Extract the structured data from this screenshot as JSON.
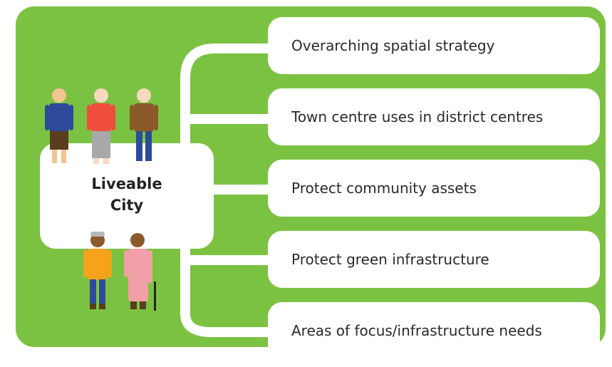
{
  "hub": {
    "label": "Liveable\nCity"
  },
  "items": [
    {
      "label": "Overarching spatial strategy"
    },
    {
      "label": "Town centre uses in district centres"
    },
    {
      "label": "Protect community assets"
    },
    {
      "label": "Protect green infrastructure"
    },
    {
      "label": "Areas of focus/infrastructure needs"
    }
  ],
  "colors": {
    "panel": "#7cc242",
    "box": "#ffffff",
    "text": "#2a2a2a"
  },
  "icons": {
    "people_top": [
      "person-blue-icon",
      "person-red-icon",
      "person-brown-icon"
    ],
    "people_bottom": [
      "elderly-man-icon",
      "elderly-woman-with-cane-icon"
    ]
  }
}
